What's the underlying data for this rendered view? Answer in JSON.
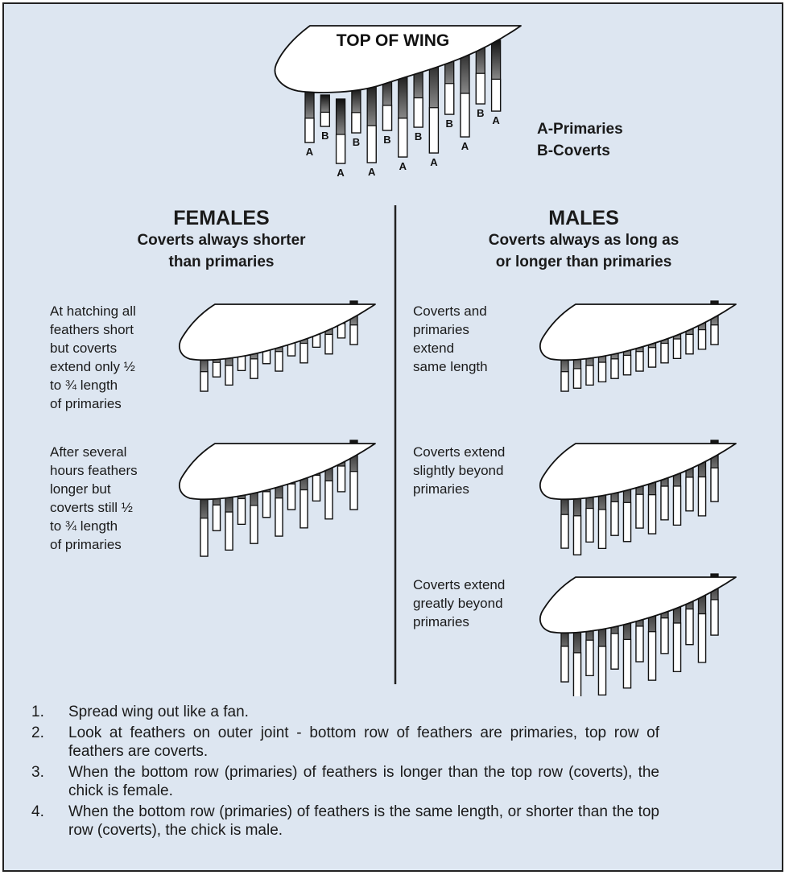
{
  "main_diagram": {
    "title": "TOP OF WING",
    "feather_labels": [
      "A",
      "B",
      "A",
      "B",
      "A",
      "B",
      "A",
      "B",
      "A",
      "B",
      "A",
      "B",
      "A"
    ],
    "legend": [
      "A-Primaries",
      "B-Coverts"
    ]
  },
  "females": {
    "title": "FEMALES",
    "subtitle_lines": [
      "Coverts always shorter",
      "than primaries"
    ],
    "examples": [
      {
        "lines": [
          "At hatching all",
          "feathers short",
          "but coverts",
          "extend only ½",
          "to ¾ length",
          "of primaries"
        ]
      },
      {
        "lines": [
          "After several",
          "hours feathers",
          "longer but",
          "coverts still ½",
          "to ¾ length",
          "of primaries"
        ]
      }
    ]
  },
  "males": {
    "title": "MALES",
    "subtitle_lines": [
      "Coverts always as long as",
      "or longer than primaries"
    ],
    "examples": [
      {
        "lines": [
          "Coverts and",
          "primaries",
          "extend",
          "same length"
        ]
      },
      {
        "lines": [
          "Coverts extend",
          "slightly beyond",
          "primaries"
        ]
      },
      {
        "lines": [
          "Coverts extend",
          "greatly beyond",
          "primaries"
        ]
      }
    ]
  },
  "instructions": [
    {
      "num": "1.",
      "text": "Spread wing out like a fan."
    },
    {
      "num": "2.",
      "text": "Look at feathers on outer joint - bottom row of feathers are primaries, top row of feathers are coverts."
    },
    {
      "num": "3.",
      "text": "When the bottom row (primaries) of feathers is longer than the top row (coverts), the chick is female."
    },
    {
      "num": "4.",
      "text": "When the bottom row (primaries) of feathers is the same length, or shorter than the top row (coverts), the chick is male."
    }
  ]
}
